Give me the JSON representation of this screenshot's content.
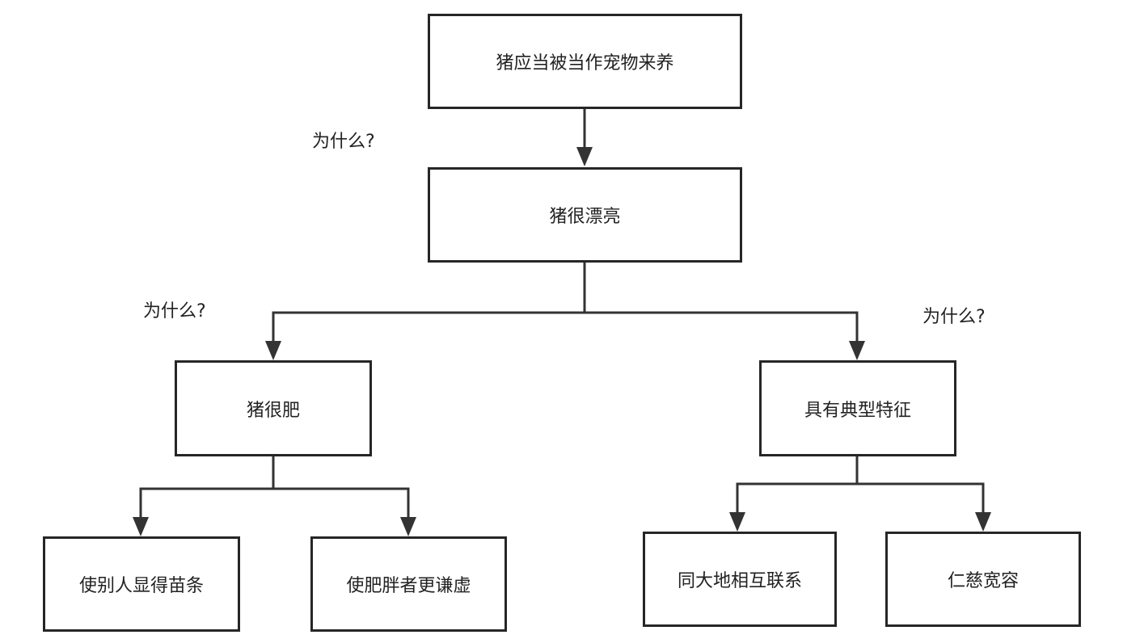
{
  "nodes": {
    "root": "猪应当被当作宠物来养",
    "beautiful": "猪很漂亮",
    "fat": "猪很肥",
    "typical": "具有典型特征",
    "slim": "使别人显得苗条",
    "humble": "使肥胖者更谦虚",
    "earth": "同大地相互联系",
    "kind": "仁慈宽容"
  },
  "labels": {
    "why_1": "为什么?",
    "why_2": "为什么?",
    "why_3": "为什么?"
  },
  "colors": {
    "line": "#333333",
    "border": "#262626",
    "background": "#ffffff"
  }
}
